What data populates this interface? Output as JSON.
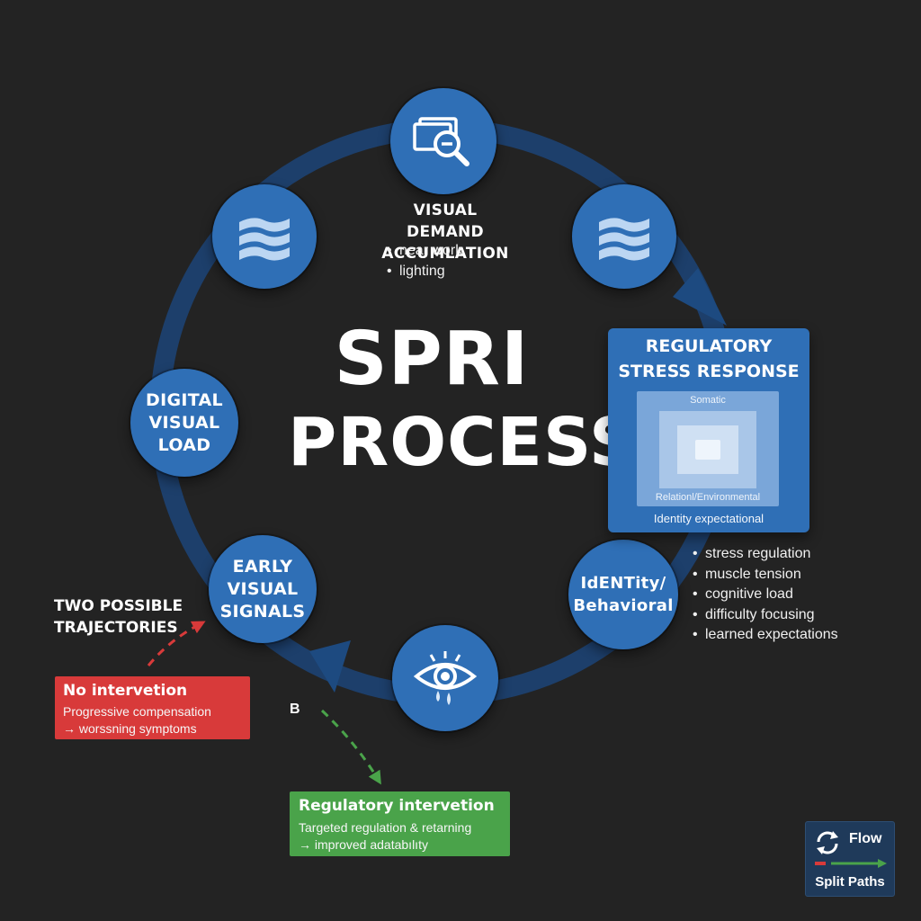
{
  "title": {
    "line1": "SPRI",
    "line2": "PROCESS"
  },
  "nodes": {
    "visual_demand": {
      "label": "VISUAL DEMAND\nACCUMLATION",
      "bullets": [
        "near work",
        "lighting"
      ],
      "icon": "magnifier-cards-icon"
    },
    "digital_load": {
      "label": "DIGITAL\nVISUAL\nLOAD"
    },
    "early_signals": {
      "label": "EARLY\nVISUAL\nSIGNALS"
    },
    "identity": {
      "label": "IdENTity/\nBehavioral"
    },
    "left_waves": {
      "icon": "waves-icon"
    },
    "right_waves": {
      "icon": "waves-icon"
    },
    "eye": {
      "icon": "tearing-eye-icon"
    }
  },
  "stress_response": {
    "title_line1": "REGULATORY",
    "title_line2": "STRESS RESPONSE",
    "layer_outer": "Relationl/Environmental",
    "layer_inner": "Somatic",
    "footer": "Identity  expectational",
    "bullets": [
      "stress regulation",
      "muscle tension",
      "cognitive load",
      "difficulty focusing",
      "learned expectations"
    ]
  },
  "trajectories": {
    "heading_line1": "TWO POSSIBLE",
    "heading_line2": "TRAJECTORIES",
    "marker_b": "B",
    "no_intervention": {
      "title": "No intervetion",
      "line1": "Progressive compensation",
      "line2": "→ worssning symptoms"
    },
    "regulatory_intervention": {
      "title": "Regulatory intervetion",
      "line1": "Targeted regulation & retarning",
      "line2": "→ improved adatabılıty"
    }
  },
  "legend": {
    "flow_label": "Flow",
    "split_label": "Split Paths",
    "icon": "cycle-arrows-icon"
  },
  "colors": {
    "background": "#232323",
    "node_blue": "#2f6fb6",
    "ring_blue": "#1d3f6b",
    "red": "#d83a3a",
    "green": "#4aa34a"
  }
}
